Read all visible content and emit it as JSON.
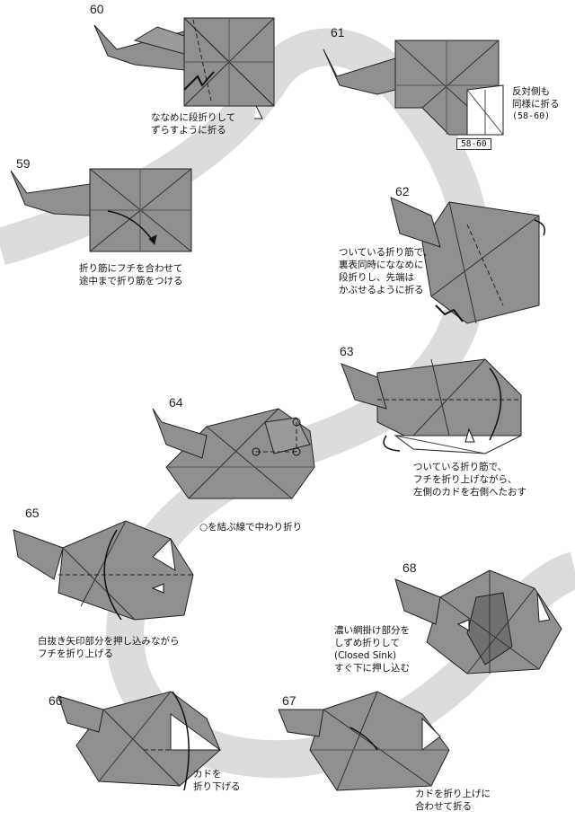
{
  "colors": {
    "paper": "#8f8f8f",
    "paper_dark": "#6f6f6f",
    "path": "#dcdcdc",
    "line": "#222222",
    "white": "#ffffff"
  },
  "steps": [
    {
      "num": "60",
      "text": "ななめに段折りして\nずらすように折る"
    },
    {
      "num": "61",
      "text": "反対側も\n同様に折る",
      "ref_inline": "(58-60)",
      "ref_box": "58-60"
    },
    {
      "num": "59",
      "text": "折り筋にフチを合わせて\n途中まで折り筋をつける"
    },
    {
      "num": "62",
      "text": "ついている折り筋で、\n裏表同時にななめに\n段折りし、先端は\nかぶせるように折る"
    },
    {
      "num": "63",
      "text": "ついている折り筋で、\nフチを折り上げながら、\n左側のカドを右側へたおす"
    },
    {
      "num": "64",
      "text": "○を結ぶ線で中わり折り"
    },
    {
      "num": "65",
      "text": "白抜き矢印部分を押し込みながら\nフチを折り上げる"
    },
    {
      "num": "68",
      "text": "濃い網掛け部分を\nしずめ折りして\n(Closed Sink)\nすぐ下に押し込む"
    },
    {
      "num": "66",
      "text": "カドを\n折り下げる"
    },
    {
      "num": "67",
      "text": "カドを折り上げに\n合わせて折る"
    }
  ]
}
